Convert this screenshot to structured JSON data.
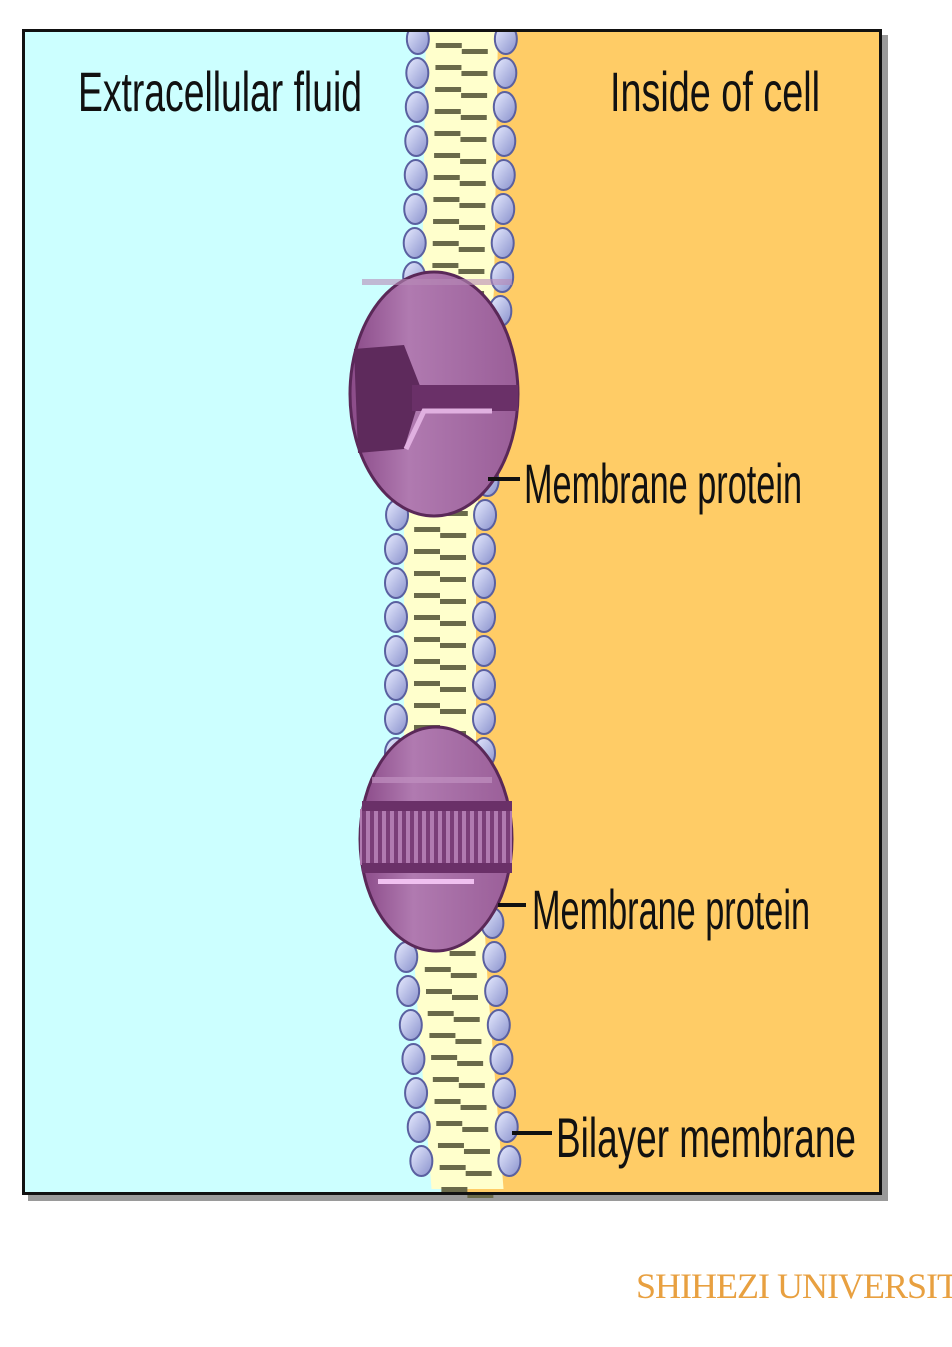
{
  "diagram": {
    "labels": {
      "extracellular": "Extracellular fluid",
      "inside": "Inside of cell",
      "protein_top": "Membrane protein",
      "protein_bottom": "Membrane protein",
      "bilayer": "Bilayer membrane"
    },
    "colors": {
      "extracellular": "#ccffff",
      "inside": "#ffcc66",
      "lipid_tail": "#ffffcc",
      "lipid_head": "#aab0e0",
      "protein": "#a06aa0",
      "protein_dark": "#6a3068"
    }
  },
  "footer": {
    "text": "SHIHEZI UNIVERSITY",
    "color": "#e8a040"
  }
}
